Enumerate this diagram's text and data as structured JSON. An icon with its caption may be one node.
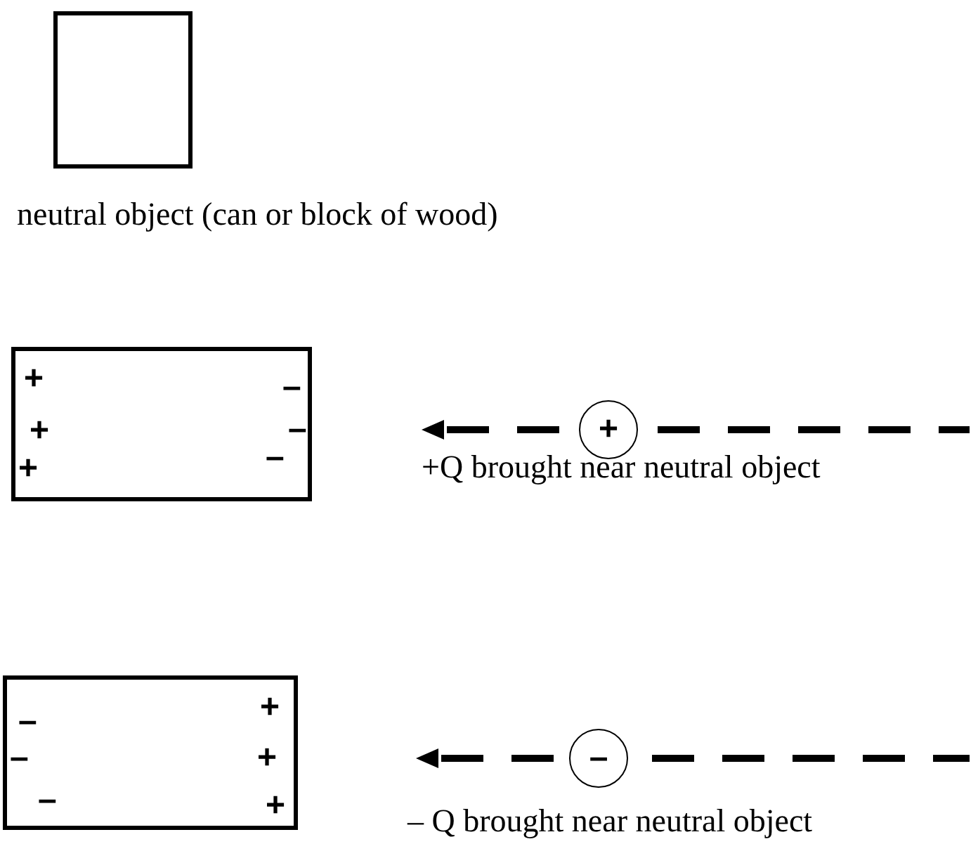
{
  "diagram": {
    "nodes": [
      {
        "text": [],
        "shape": "box",
        "beside": [
          "neutral object (can or block of wood)"
        ]
      },
      {
        "text": [
          "+",
          "–",
          "+",
          "–",
          "+",
          "–"
        ]
      },
      {
        "text": [
          "+"
        ]
      },
      {
        "text": [
          "–",
          "+",
          "–",
          "+",
          "–",
          "+"
        ]
      },
      {
        "text": [
          "–"
        ]
      }
    ],
    "labels": [
      "+Q brought near neutral object",
      "– Q brought near neutral object"
    ]
  }
}
